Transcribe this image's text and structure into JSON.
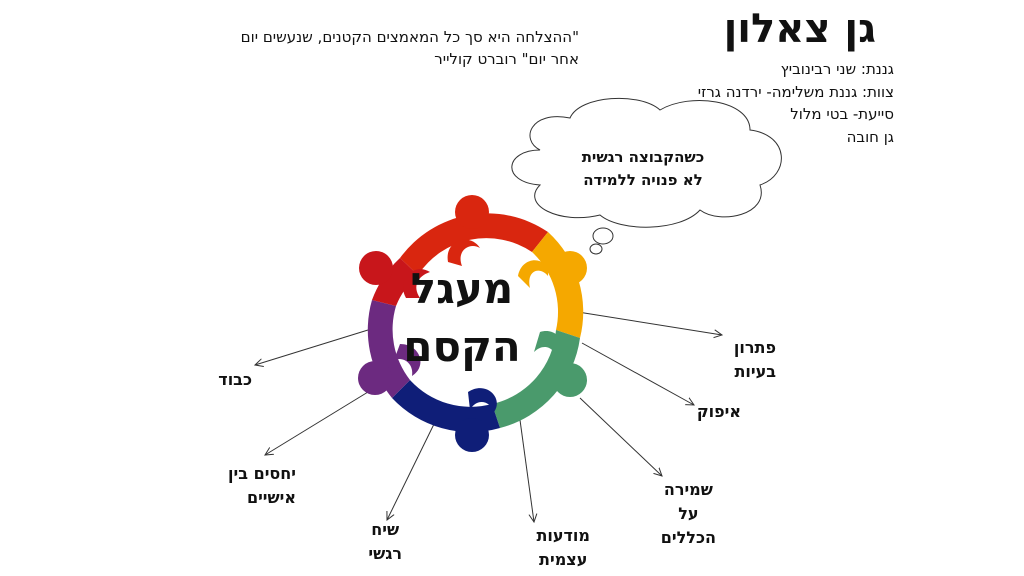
{
  "header": {
    "title": "גן צאלון",
    "info_lines": [
      "גננת: שני רבינוביץ",
      "צוות: גננת משלימה- ירדנה גרזי",
      "סייעת- בטי מלול",
      "גן חובה"
    ],
    "quote_lines": [
      "\"ההצלחה היא סך כל המאמצים הקטנים, שנעשים יום",
      "אחר יום\" רוברט קולייר"
    ]
  },
  "cloud": {
    "lines": [
      "כשהקבוצה רגשית",
      "לא פנויה ללמידה"
    ]
  },
  "circle": {
    "title_lines": [
      "מעגל",
      "הקסם"
    ]
  },
  "spokes": [
    {
      "lines": [
        "פתרון",
        "בעיות"
      ]
    },
    {
      "lines": [
        "איפוק"
      ]
    },
    {
      "lines": [
        "שמירה",
        "על",
        "הכללים"
      ]
    },
    {
      "lines": [
        "מודעות",
        "עצמית"
      ]
    },
    {
      "lines": [
        "שיח",
        "רגשי"
      ]
    },
    {
      "lines": [
        "יחסים בין",
        "אישיים"
      ]
    },
    {
      "lines": [
        "כבוד"
      ]
    }
  ],
  "colors": {
    "red": "#d9260f",
    "orange": "#f5a800",
    "green": "#4a9a6c",
    "navy": "#0f1e78",
    "purple": "#6c2a80",
    "darkred": "#c8161b"
  }
}
